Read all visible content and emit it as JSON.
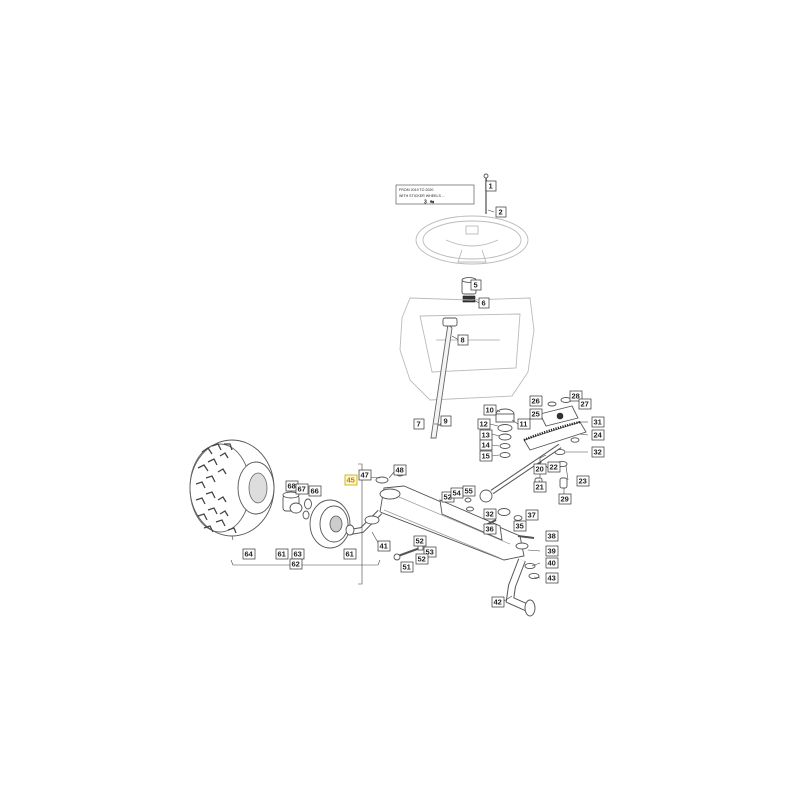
{
  "note": {
    "line1": "FROM 2019 TO 2020",
    "line2": "WITH STICKER WHEELS ...",
    "ref": "3",
    "symbol": "⇆"
  },
  "labels": {
    "p1": "1",
    "p2": "2",
    "p3": "3",
    "p5": "5",
    "p6": "6",
    "p7": "7",
    "p8": "8",
    "p9": "9",
    "p10": "10",
    "p11": "11",
    "p12": "12",
    "p13": "13",
    "p14": "14",
    "p15": "15",
    "p20": "20",
    "p21": "21",
    "p22": "22",
    "p23": "23",
    "p24": "24",
    "p25": "25",
    "p26": "26",
    "p27": "27",
    "p28": "28",
    "p29": "29",
    "p31": "31",
    "p32a": "32",
    "p32b": "32",
    "p35": "35",
    "p36": "36",
    "p37": "37",
    "p38": "38",
    "p39": "39",
    "p40": "40",
    "p41": "41",
    "p42": "42",
    "p43": "43",
    "p45": "45",
    "p47": "47",
    "p48": "48",
    "p51": "51",
    "p52a": "52",
    "p52b": "52",
    "p52c": "52",
    "p53": "53",
    "p54": "54",
    "p55": "55",
    "p61a": "61",
    "p61b": "61",
    "p62": "62",
    "p63": "63",
    "p64": "64",
    "p66": "66",
    "p67": "67",
    "p68": "68"
  },
  "highlight": {
    "label": "45",
    "color": "#c9a600"
  }
}
